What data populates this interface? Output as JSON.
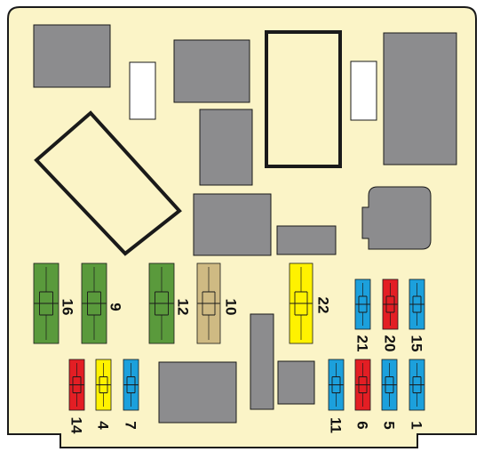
{
  "diagram": {
    "type": "fuse-box-layout",
    "colors": {
      "panel_bg": "#fbf4c7",
      "outline": "#1a1a1a",
      "relay_gray": "#8c8c8e",
      "slot_white": "#ffffff",
      "fuse_green": "#5a9a3c",
      "fuse_tan": "#cfba83",
      "fuse_yellow": "#fff200",
      "fuse_red": "#e31e24",
      "fuse_blue": "#1ca0dc"
    },
    "fuses": [
      {
        "number": "16",
        "color": "green",
        "amperage_class": "maxi"
      },
      {
        "number": "9",
        "color": "green",
        "amperage_class": "maxi"
      },
      {
        "number": "12",
        "color": "green",
        "amperage_class": "maxi"
      },
      {
        "number": "10",
        "color": "tan",
        "amperage_class": "maxi"
      },
      {
        "number": "22",
        "color": "yellow",
        "amperage_class": "maxi"
      },
      {
        "number": "21",
        "color": "blue",
        "amperage_class": "mini"
      },
      {
        "number": "20",
        "color": "red",
        "amperage_class": "mini"
      },
      {
        "number": "15",
        "color": "blue",
        "amperage_class": "mini"
      },
      {
        "number": "14",
        "color": "red",
        "amperage_class": "mini"
      },
      {
        "number": "4",
        "color": "yellow",
        "amperage_class": "mini"
      },
      {
        "number": "7",
        "color": "blue",
        "amperage_class": "mini"
      },
      {
        "number": "11",
        "color": "blue",
        "amperage_class": "mini"
      },
      {
        "number": "6",
        "color": "red",
        "amperage_class": "mini"
      },
      {
        "number": "5",
        "color": "blue",
        "amperage_class": "mini"
      },
      {
        "number": "1",
        "color": "blue",
        "amperage_class": "mini"
      }
    ]
  }
}
